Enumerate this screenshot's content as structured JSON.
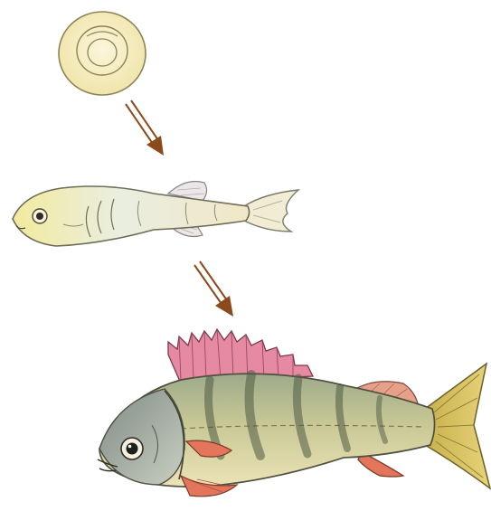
{
  "diagram": {
    "stages": [
      {
        "id": "egg",
        "icon": "fish-egg-icon"
      },
      {
        "id": "fry",
        "icon": "fish-fry-icon"
      },
      {
        "id": "adult",
        "icon": "adult-perch-icon"
      }
    ],
    "arrows": [
      {
        "from": "egg",
        "to": "fry"
      },
      {
        "from": "fry",
        "to": "adult"
      }
    ],
    "colors": {
      "arrow": "#8a4a1c",
      "egg_fill": "#f6efc0",
      "fry_body": "#eef0d6",
      "adult_body": "#c9c79a",
      "dorsal_fin": "#e07a92",
      "lower_fins": "#e2755a",
      "tail": "#d6c25a",
      "stripes": "#4f5a43"
    }
  }
}
